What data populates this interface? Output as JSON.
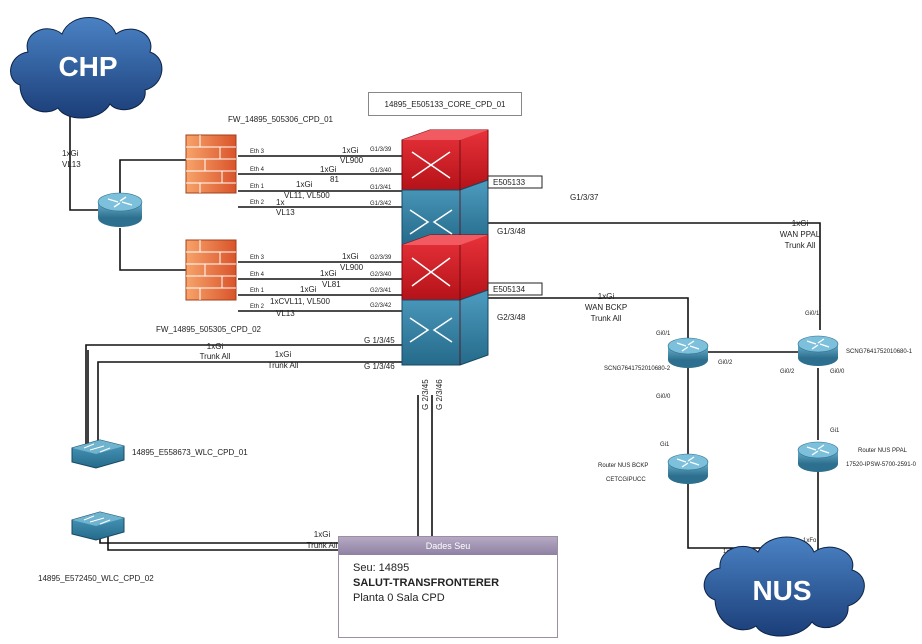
{
  "clouds": {
    "chp": "CHP",
    "nus": "NUS"
  },
  "core": {
    "title": "14895_E505133_CORE_CPD_01",
    "sw1": "E505133",
    "sw2": "E505134"
  },
  "firewalls": {
    "fw1": "FW_14895_505306_CPD_01",
    "fw2": "FW_14895_505305_CPD_02",
    "fw1_ports": [
      "Eth 3",
      "Eth 4",
      "Eth 1",
      "Eth 2"
    ],
    "fw2_ports": [
      "Eth 3",
      "Eth 4",
      "Eth 1",
      "Eth 2"
    ]
  },
  "links": {
    "chp_1": "1xGi",
    "chp_2": "VL13",
    "fw1_l1": "1xGi",
    "fw1_l1b": "VL900",
    "fw1_l2": "1xGi",
    "fw1_l2b": "81",
    "fw1_l3": "1xGi",
    "fw1_l3b": "VL11, VL500",
    "fw1_l4": "1x",
    "fw1_l4b": "VL13",
    "fw2_l1": "1xGi",
    "fw2_l1b": "VL900",
    "fw2_l2": "1xGi",
    "fw2_l2b": "VL81",
    "fw2_l3": "1xGi",
    "fw2_l3b": "1xCVL11, VL500",
    "fw2_l4b": "VL13",
    "sw1_ports": [
      "G1/3/39",
      "G1/3/40",
      "G1/3/41",
      "G1/3/42"
    ],
    "sw2_ports": [
      "G2/3/39",
      "G2/3/40",
      "G2/3/41",
      "G2/3/42"
    ],
    "g1337": "G1/3/37",
    "g1348": "G1/3/48",
    "g2348": "G2/3/48",
    "g1345": "G 1/3/45",
    "g1346": "G 1/3/46",
    "g2345": "G 2/3/45",
    "g2346": "G 2/3/46",
    "wan_ppal_1": "1xGi",
    "wan_ppal_2": "WAN PPAL",
    "wan_ppal_3": "Trunk All",
    "wan_bckp_1": "1xGi",
    "wan_bckp_2": "WAN BCKP",
    "wan_bckp_3": "Trunk All",
    "trunk1_1": "1xGi",
    "trunk1_2": "Trunk All",
    "trunk2_1": "1xGi",
    "trunk2_2": "Trunk All",
    "trunk3_1": "1xGi",
    "trunk3_2": "Trunk All",
    "fo1": "1xFo",
    "fo2": "1xFo"
  },
  "routers": {
    "r2_name": "SCNG7641752010680-2",
    "r1_name": "SCNG7641752010680-1",
    "r2_p1": "Gi0/1",
    "r2_p2": "Gi0/2",
    "r2_p0": "Gi0/0",
    "r1_p1": "Gi0/1",
    "r1_p2": "Gi0/2",
    "r1_p0": "Gi0/0",
    "bckp_port": "Gi1",
    "bckp_name1": "Router NUS BCKP",
    "bckp_name2": "CETCGIPUCC",
    "ppal_port": "Gi1",
    "ppal_name1": "Router NUS PPAL",
    "ppal_name2": "17520-IPSW-5700-2591-0"
  },
  "wlc": {
    "wlc1": "14895_E558673_WLC_CPD_01",
    "wlc2": "14895_E572450_WLC_CPD_02"
  },
  "card": {
    "header": "Dades Seu",
    "line1": "Seu: 14895",
    "line2": "SALUT-TRANSFRONTERER",
    "line3": "Planta 0 Sala CPD"
  }
}
